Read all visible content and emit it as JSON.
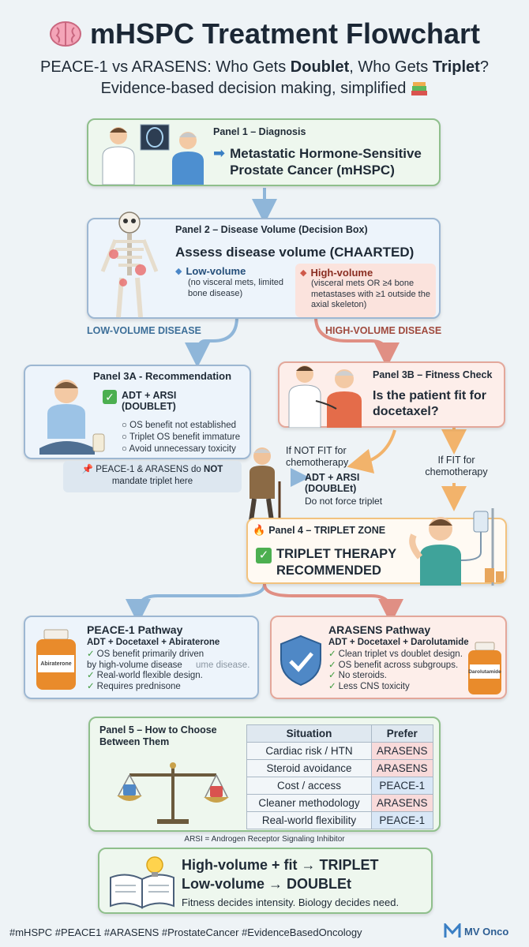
{
  "header": {
    "icon": "brain-icon",
    "title": "mHSPC Treatment Flowchart",
    "subtitle_pre": "PEACE-1 vs ARASENS: Who Gets ",
    "subtitle_doublet": "Doublet",
    "subtitle_mid": ", Who Gets ",
    "subtitle_triplet": "Triplet",
    "subtitle_post": "?",
    "tagline": "Evidence-based decision making, simplified",
    "tagline_icon": "books-icon"
  },
  "panel1": {
    "title": "Panel 1 – Diagnosis",
    "text": "Metastatic Hormone-Sensitive Prostate Cancer (mHSPC)"
  },
  "panel2": {
    "title": "Panel 2 – Disease Volume (Decision Box)",
    "heading": "Assess disease volume (CHAARTED)",
    "low_title": "Low-volume",
    "low_text": "(no visceral mets, limited bone disease)",
    "high_title": "High-volume",
    "high_text": "(visceral mets OR ≥4 bone metastases with ≥1 outside the axial skeleton)"
  },
  "branches": {
    "low": "LOW-VOLUME DISEASE",
    "high": "HIGH-VOLUME DISEASE"
  },
  "panel3a": {
    "title": "Panel 3A - Recommendation",
    "rec_line1": "ADT + ARSI",
    "rec_line2": "(DOUBLET)",
    "bullets": [
      "OS benefit not established",
      "Triplet OS benefit immature",
      "Avoid unnecessary toxicity"
    ],
    "note_pre": "PEACE-1 & ARASENS do ",
    "note_bold": "NOT",
    "note_post": " mandate triplet here"
  },
  "panel3b": {
    "title": "Panel 3B – Fitness Check",
    "question": "Is the patient fit for docetaxel?"
  },
  "notfit": {
    "label": "If NOT FIT for chemotherapy",
    "rec_line1": "ADT + ARSI",
    "rec_line2": "(DOUBLEt)",
    "note": "Do not force triplet"
  },
  "fit": {
    "label": "If FIT for chemotherapy"
  },
  "panel4": {
    "title": "Panel 4 – TRIPLET ZONE",
    "text": "TRIPLET THERAPY RECOMMENDED"
  },
  "peace1": {
    "title": "PEACE-1 Pathway",
    "subtitle": "ADT + Docetaxel + Abiraterone",
    "bullets": [
      "OS benefit primarily driven by high-volume disease",
      "Real-world flexible design.",
      "Requires prednisone"
    ],
    "ghost": "ume disease.",
    "bottle": "Abiraterone"
  },
  "arasens": {
    "title": "ARASENS Pathway",
    "subtitle": "ADT + Docetaxel + Darolutamide",
    "bullets": [
      "Clean triplet vs doublet design.",
      "OS benefit across subgroups.",
      "No steroids.",
      "Less CNS toxicity"
    ],
    "bottle": "Darolutamide"
  },
  "panel5": {
    "title": "Panel 5 – How to Choose Between Them",
    "col_situation": "Situation",
    "col_prefer": "Prefer",
    "rows": [
      {
        "situation": "Cardiac risk / HTN",
        "prefer": "ARASENS"
      },
      {
        "situation": "Steroid avoidance",
        "prefer": "ARASENS"
      },
      {
        "situation": "Cost / access",
        "prefer": "PEACE-1"
      },
      {
        "situation": "Cleaner methodology",
        "prefer": "ARASENS"
      },
      {
        "situation": "Real-world flexibility",
        "prefer": "PEACE-1"
      }
    ],
    "footnote": "ARSI = Androgen Receptor Signaling Inhibitor"
  },
  "summary": {
    "line1": "High-volume + fit → TRIPLET",
    "line2": "Low-volume → DOUBLEt",
    "line3": "Fitness decides intensity. Biology decides need."
  },
  "footer": {
    "hashtags": "#mHSPC #PEACE1 #ARASENS #ProstateCancer #EvidenceBasedOncology",
    "brand": "MV Onco"
  },
  "colors": {
    "green_panel": "#eef7ee",
    "blue_panel": "#edf4fb",
    "pink_panel": "#fdeeea",
    "arrow_blue": "#8fb6d9",
    "arrow_red": "#e08f84",
    "arrow_orange": "#f2b36b",
    "check_green": "#3f9b3e"
  }
}
